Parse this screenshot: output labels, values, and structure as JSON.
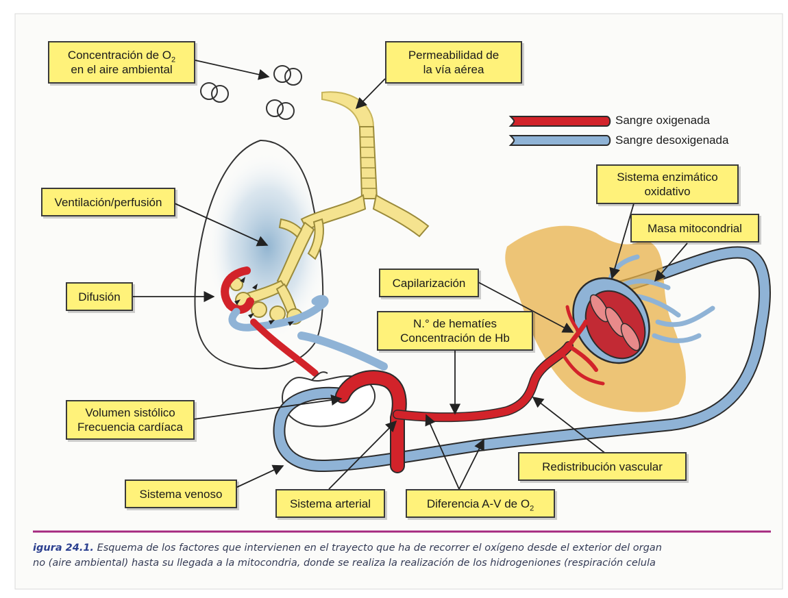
{
  "labels": {
    "o2_air_line1": "Concentración de O",
    "o2_air_sub": "2",
    "o2_air_line2": "en el aire ambiental",
    "airway_line1": "Permeabilidad de",
    "airway_line2": "la vía aérea",
    "ventilation": "Ventilación/perfusión",
    "diffusion": "Difusión",
    "enzyme_line1": "Sistema enzimático",
    "enzyme_line2": "oxidativo",
    "mito_mass": "Masa mitocondrial",
    "capillarization": "Capilarización",
    "rbc_line1": "N.° de hematíes",
    "rbc_line2": "Concentración de Hb",
    "stroke_line1": "Volumen sistólico",
    "stroke_line2": "Frecuencia cardíaca",
    "redistribution": "Redistribución vascular",
    "venous": "Sistema venoso",
    "arterial": "Sistema arterial",
    "av_diff": "Diferencia A-V de O",
    "av_sub": "2"
  },
  "legend": {
    "oxygenated": "Sangre oxigenada",
    "deoxygenated": "Sangre desoxigenada"
  },
  "colors": {
    "oxygenated": "#d2232a",
    "deoxygenated": "#8fb3d6",
    "airway": "#f5e38f",
    "muscle": "#e8b24a",
    "label_bg": "#fff27a",
    "rule": "#a4287f"
  },
  "caption": {
    "figure": "igura 24.1.",
    "line1": "Esquema de los factores que intervienen en el trayecto que ha de recorrer el oxígeno desde el exterior del organ",
    "line2": "no (aire ambiental) hasta su llegada a la mitocondria, donde se realiza la realización de los hidrogeniones (respiración celula"
  }
}
